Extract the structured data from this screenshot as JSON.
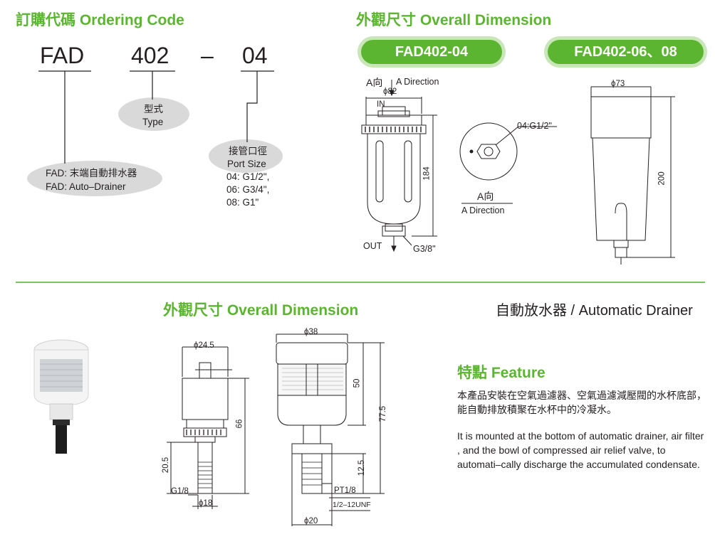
{
  "ordering": {
    "title": "訂購代碼 Ordering Code",
    "code_prefix": "FAD",
    "code_type": "402",
    "code_dash": "–",
    "code_port": "04",
    "type_label_cn": "型式",
    "type_label_en": "Type",
    "port_label_cn": "接管口徑",
    "port_label_en": "Port Size",
    "port_options": [
      "04: G1/2\",",
      "06: G3/4\",",
      "08: G1\""
    ],
    "fad_line1": "FAD: 末端自動排水器",
    "fad_line2": "FAD: Auto–Drainer"
  },
  "overall_top": {
    "title": "外觀尺寸 Overall Dimension",
    "model_a": "FAD402-04",
    "model_b": "FAD402-06、08",
    "a_dir_cn": "A向",
    "a_dir_en": "A Direction",
    "phi82": "ϕ82",
    "in_label": "IN",
    "out_label": "OUT",
    "dim_184": "184",
    "g38": "G3/8\"",
    "port_04": "04:G1/2\"",
    "a_dir_cn2": "A向",
    "a_dir_en2": "A Direction",
    "phi73": "ϕ73",
    "dim_200": "200"
  },
  "overall_bottom": {
    "title": "外觀尺寸 Overall Dimension",
    "product_title": "自動放水器 / Automatic Drainer",
    "phi245": "ϕ24.5",
    "dim_66": "66",
    "dim_205": "20.5",
    "g18": "G1/8",
    "phi18": "ϕ18",
    "phi38": "ϕ38",
    "dim_50": "50",
    "dim_775": "77.5",
    "dim_125": "12.5",
    "pt18": "PT1/8",
    "unf": "1/2–12UNF",
    "phi20": "ϕ20"
  },
  "feature": {
    "title": "特點 Feature",
    "cn_text": "本產品安裝在空氣過濾器、空氣過濾減壓閥的水杯底部，能自動排放積聚在水杯中的冷凝水。",
    "en_text": "It is mounted at the bottom of automatic drainer, air filter , and the bowl of compressed air relief valve, to automati–cally discharge the accumulated condensate."
  },
  "colors": {
    "accent": "#5cb531",
    "pill_glow": "#c9e6b8",
    "bubble": "#d9d9d9",
    "rule": "#7cc35a"
  }
}
